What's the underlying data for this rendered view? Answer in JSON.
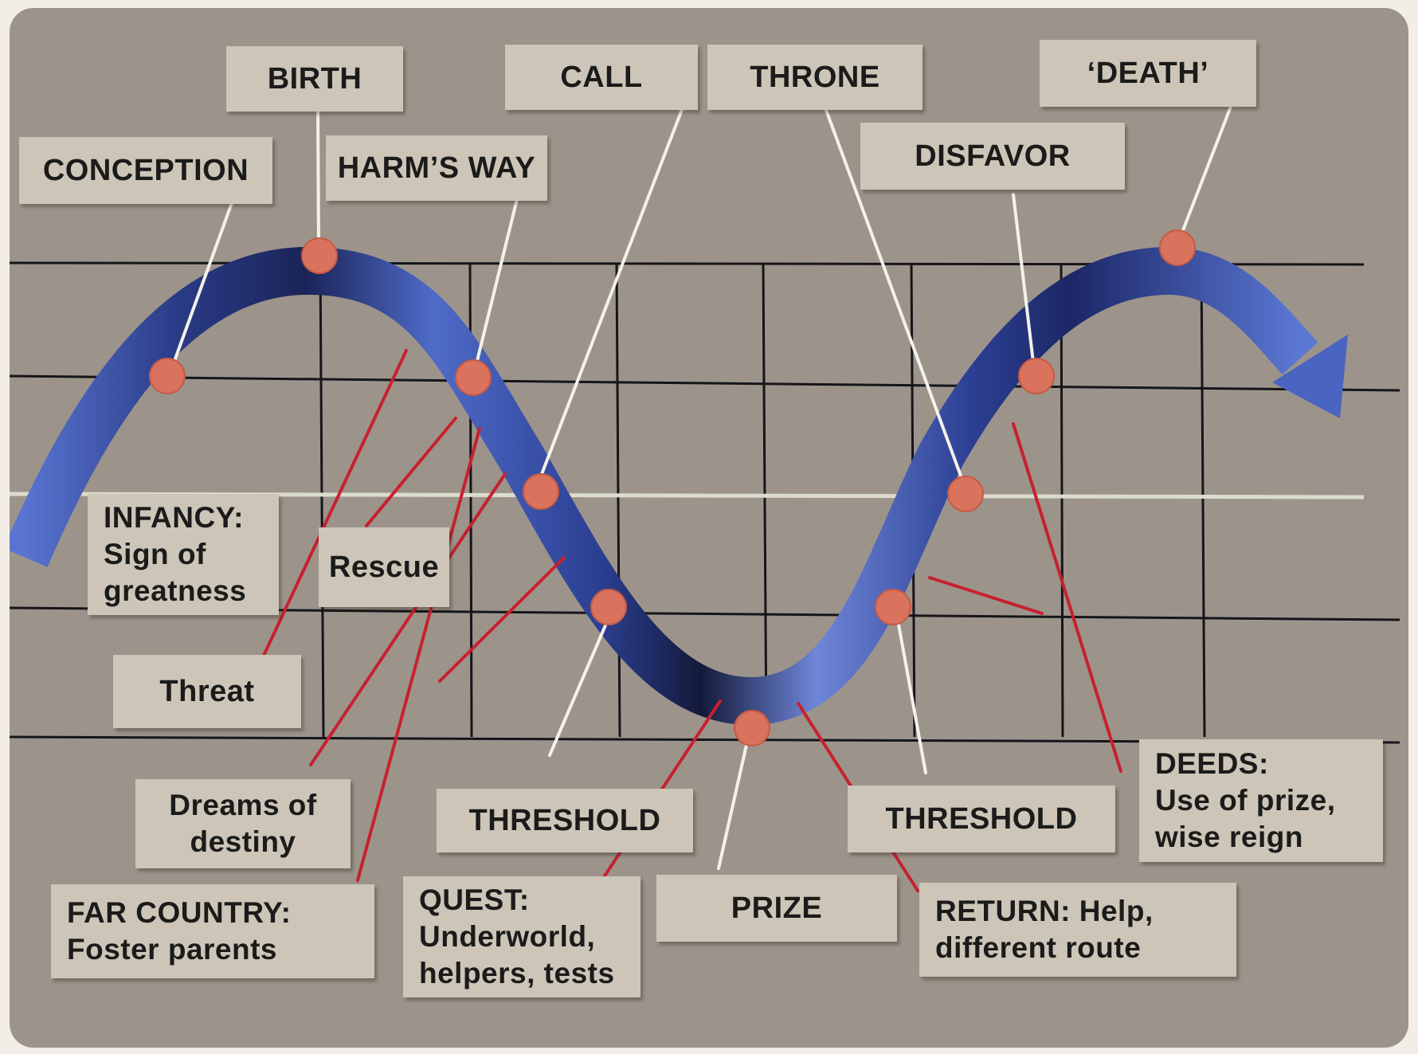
{
  "colors": {
    "board": "#9c948b",
    "label_paper": "#cdc6b8",
    "ribbon_light": "#5874d0",
    "ribbon_dark": "#141a3a",
    "marker": "#d9735d",
    "white_connector": "#f3f1ea",
    "red_connector": "#c8202e",
    "grid": "#15151a"
  },
  "icons": [
    "journey-arrow-icon",
    "milestone-dot-icon"
  ],
  "stage_labels": {
    "conception": "CONCEPTION",
    "birth": "BIRTH",
    "harms_way": "HARM’S WAY",
    "call": "CALL",
    "throne": "THRONE",
    "disfavor": "DISFAVOR",
    "death": "‘DEATH’",
    "threshold_descent": "THRESHOLD",
    "prize": "PRIZE",
    "threshold_return": "THRESHOLD"
  },
  "detail_labels": {
    "infancy": [
      "INFANCY:",
      "Sign of",
      "greatness"
    ],
    "rescue": "Rescue",
    "threat": "Threat",
    "dreams": [
      "Dreams of",
      "destiny"
    ],
    "far_country": [
      "FAR COUNTRY:",
      "Foster parents"
    ],
    "quest": [
      "QUEST:",
      "Underworld,",
      "helpers, tests"
    ],
    "return": [
      "RETURN: Help,",
      "different route"
    ],
    "deeds": [
      "DEEDS:",
      "Use of prize,",
      "wise reign"
    ]
  }
}
